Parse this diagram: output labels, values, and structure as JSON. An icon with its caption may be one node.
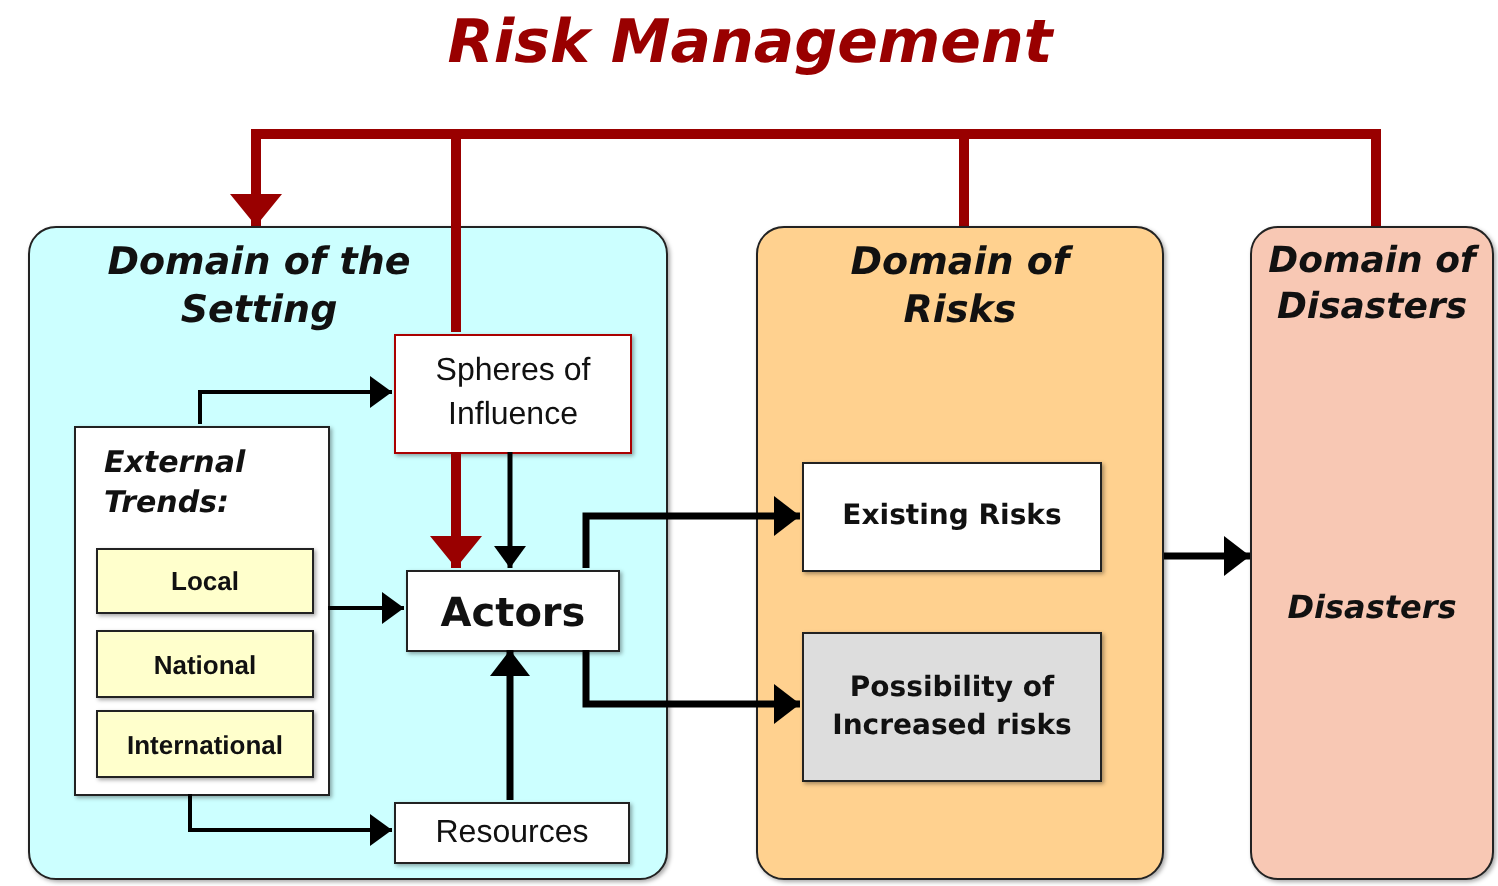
{
  "diagram": {
    "nodes": [
      {
        "text": [
          "Risk Management"
        ]
      },
      {
        "text": [
          "Domain of the Setting"
        ]
      },
      {
        "text": [
          "Spheres of Influence"
        ],
        "in": 1
      },
      {
        "text": [
          "External Trends:"
        ],
        "in": 1
      },
      {
        "text": [
          "Local"
        ],
        "in": 3
      },
      {
        "text": [
          "National"
        ],
        "in": 3
      },
      {
        "text": [
          "International"
        ],
        "in": 3
      },
      {
        "text": [
          "Actors"
        ],
        "in": 1
      },
      {
        "text": [
          "Resources"
        ],
        "in": 1
      },
      {
        "text": [
          "Domain of Risks"
        ]
      },
      {
        "text": [
          "Existing Risks"
        ],
        "in": 9
      },
      {
        "text": [
          "Possibility of Increased risks"
        ],
        "in": 9
      },
      {
        "text": [
          "Domain of Disasters",
          "Disasters"
        ]
      }
    ],
    "edges": [
      {
        "from": 0,
        "to": 1,
        "arrow": "to",
        "color": "#990000"
      },
      {
        "from": 0,
        "to": 2,
        "arrow": "none",
        "color": "#990000"
      },
      {
        "from": 2,
        "to": 7,
        "arrow": "to",
        "color": "#990000"
      },
      {
        "from": 0,
        "to": 9,
        "arrow": "none",
        "color": "#990000"
      },
      {
        "from": 0,
        "to": 12,
        "arrow": "none",
        "color": "#990000"
      },
      {
        "from": 3,
        "to": 2,
        "arrow": "to"
      },
      {
        "from": 2,
        "to": 7,
        "arrow": "to"
      },
      {
        "from": 3,
        "to": 7,
        "arrow": "to"
      },
      {
        "from": 3,
        "to": 8,
        "arrow": "to"
      },
      {
        "from": 8,
        "to": 7,
        "arrow": "to"
      },
      {
        "from": 7,
        "to": 10,
        "arrow": "to"
      },
      {
        "from": 7,
        "to": 11,
        "arrow": "to"
      },
      {
        "from": 9,
        "to": 12,
        "arrow": "to"
      }
    ]
  }
}
